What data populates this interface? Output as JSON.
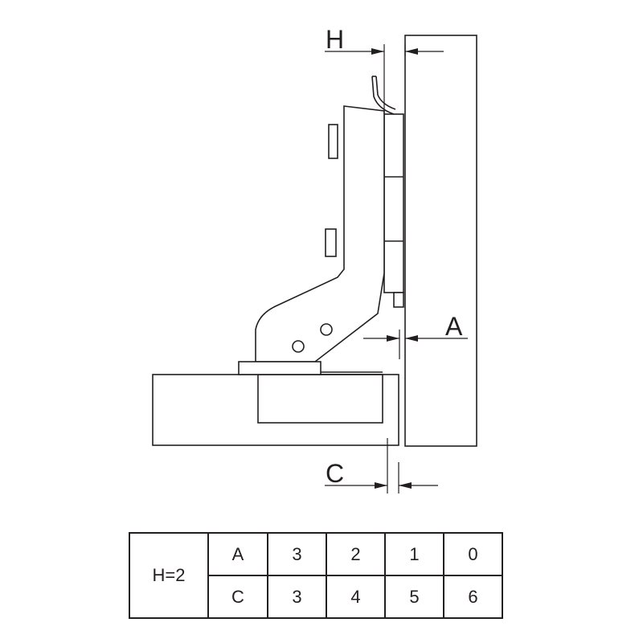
{
  "drawing": {
    "dimension_labels": {
      "H": "H",
      "A": "A",
      "C": "C"
    }
  },
  "table": {
    "header": "H=2",
    "rows": [
      {
        "key": "A",
        "values": [
          "3",
          "2",
          "1",
          "0"
        ]
      },
      {
        "key": "C",
        "values": [
          "3",
          "4",
          "5",
          "6"
        ]
      }
    ]
  }
}
